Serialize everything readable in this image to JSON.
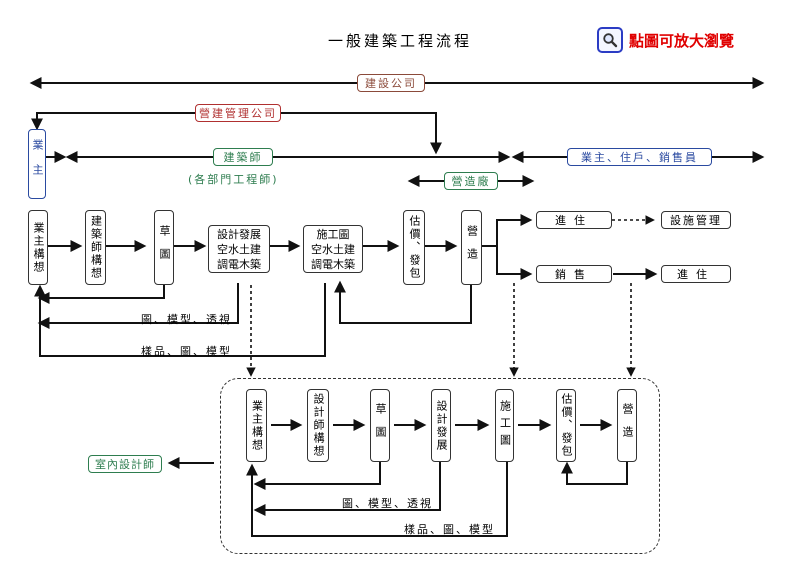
{
  "title": "一般建築工程流程",
  "zoom_link": {
    "label": "點圖可放大瀏覽",
    "icon": "magnifier-icon"
  },
  "colors": {
    "line": "#111111",
    "developer": "#8b4a3a",
    "contractor": "#b03030",
    "architect": "#2e7d4f",
    "owner": "#2a4aa0",
    "interior": "#2e7d4f",
    "zoom_text": "#e00000"
  },
  "top_labels": {
    "developer": "建設公司",
    "construction_manager": "營建管理公司",
    "owner": "業主",
    "architect": "建築師",
    "architect_note": "(各部門工程師)",
    "contractor": "營造廠",
    "buyers": "業主、住戶、銷售員"
  },
  "main_flow": {
    "owner_concept": "業主構想",
    "architect_concept": "建築師構想",
    "sketch": "草圖",
    "design_dev": "設計發展\n空水土建\n調電木築",
    "construction_drawing": "施工圖\n空水土建\n調電木築",
    "estimate": "估價、發包",
    "construct": "營造",
    "move_in": "進住",
    "facility_mgmt": "設施管理",
    "sales": "銷售",
    "move_in_2": "進住"
  },
  "feedback_labels": {
    "drawings": "圖、模型、透視",
    "samples": "樣品、圖、模型"
  },
  "interior_flow": {
    "designer": "室內設計師",
    "owner_concept": "業主構想",
    "designer_concept": "設計師構想",
    "sketch": "草圖",
    "design_dev": "設計發展",
    "construction_drawing": "施工圖",
    "estimate": "估價、發包",
    "construct": "營造",
    "drawings": "圖、模型、透視",
    "samples": "樣品、圖、模型"
  }
}
